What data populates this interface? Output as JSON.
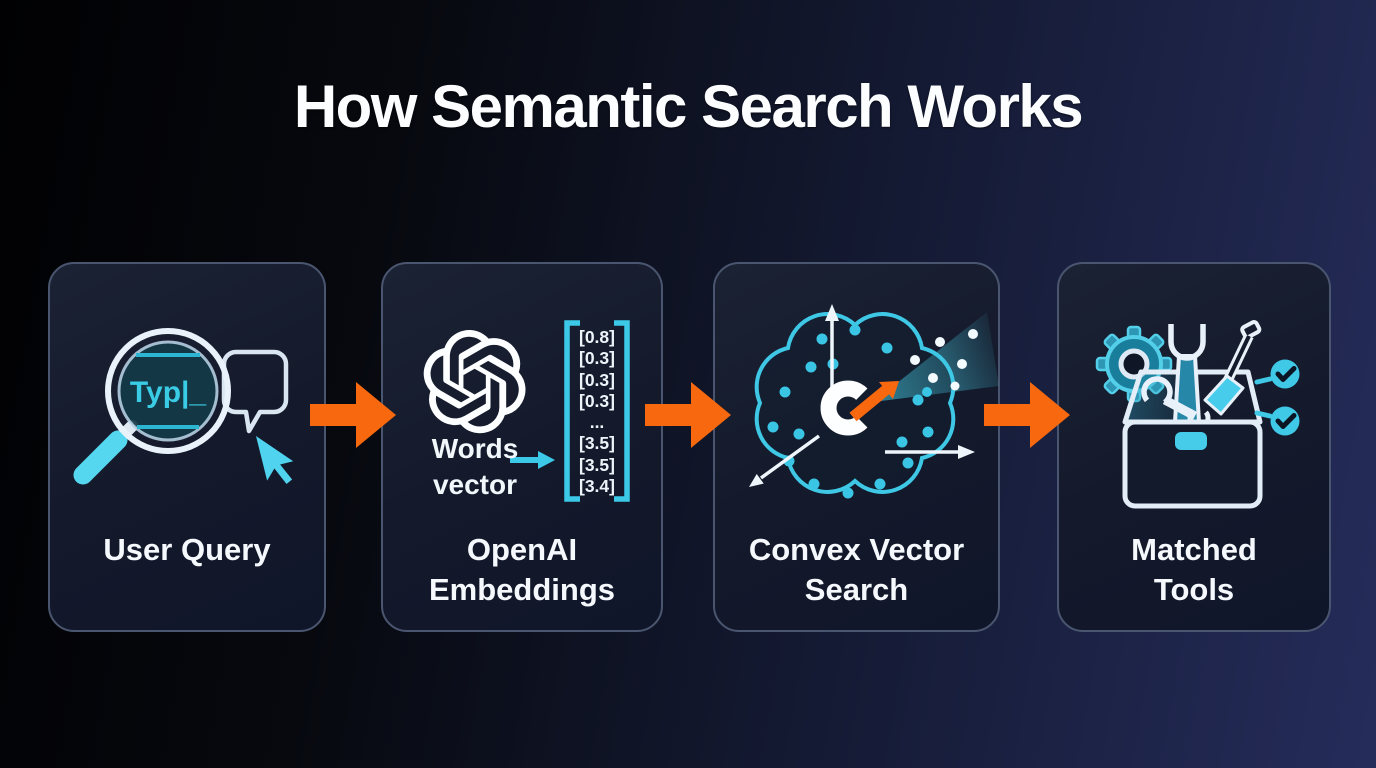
{
  "title": "How Semantic Search Works",
  "colors": {
    "accent_orange": "#F8690F",
    "accent_cyan": "#3FC9E7",
    "background_left": "#010103",
    "background_right": "#252C5A",
    "card_background": "#141A2B",
    "card_border": "#4A566F",
    "text_primary": "#F5F9FD"
  },
  "steps": [
    {
      "label": "User Query",
      "label_lines": [
        "User Query"
      ],
      "icon": "magnifier-query-icon",
      "query_text": "Typ|_"
    },
    {
      "label": "OpenAI Embeddings",
      "label_lines": [
        "OpenAI",
        "Embeddings"
      ],
      "icon": "openai-logo-icon",
      "input_lines": [
        "Words",
        "vector"
      ],
      "vector_values": [
        "[0.8]",
        "[0.3]",
        "[0.3]",
        "[0.3]",
        "...",
        "[3.5]",
        "[3.5]",
        "[3.4]"
      ]
    },
    {
      "label": "Convex Vector Search",
      "label_lines": [
        "Convex Vector",
        "Search"
      ],
      "icon": "convex-cloud-icon"
    },
    {
      "label": "Matched Tools",
      "label_lines": [
        "Matched",
        "Tools"
      ],
      "icon": "toolbox-checks-icon"
    }
  ],
  "flow_arrows": [
    "right",
    "right",
    "right"
  ]
}
